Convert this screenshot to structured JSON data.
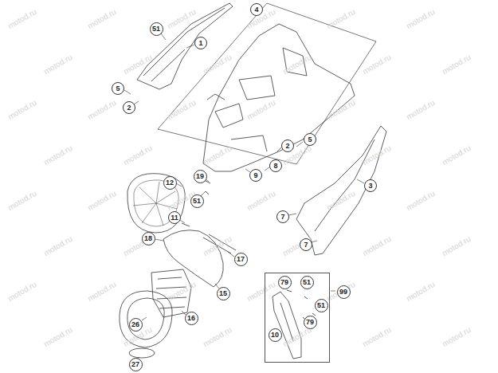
{
  "diagram": {
    "nodes": [
      {
        "text": [
          "51"
        ]
      },
      {
        "text": [
          "4"
        ]
      },
      {
        "text": [
          "1"
        ]
      },
      {
        "text": [
          "5"
        ]
      },
      {
        "text": [
          "2"
        ]
      },
      {
        "text": [
          "5"
        ]
      },
      {
        "text": [
          "2"
        ]
      },
      {
        "text": [
          "8"
        ]
      },
      {
        "text": [
          "9"
        ]
      },
      {
        "text": [
          "19"
        ]
      },
      {
        "text": [
          "12"
        ]
      },
      {
        "text": [
          "3"
        ]
      },
      {
        "text": [
          "51"
        ]
      },
      {
        "text": [
          "11"
        ]
      },
      {
        "text": [
          "7"
        ]
      },
      {
        "text": [
          "18"
        ]
      },
      {
        "text": [
          "7"
        ]
      },
      {
        "text": [
          "17"
        ]
      },
      {
        "text": [
          "99"
        ]
      },
      {
        "text": [
          "79"
        ],
        "in": 18
      },
      {
        "text": [
          "51"
        ],
        "in": 18
      },
      {
        "text": [
          "15"
        ]
      },
      {
        "text": [
          "51"
        ],
        "in": 18
      },
      {
        "text": [
          "16"
        ]
      },
      {
        "text": [
          "79"
        ],
        "in": 18
      },
      {
        "text": [
          "26"
        ]
      },
      {
        "text": [
          "10"
        ],
        "in": 18
      },
      {
        "text": [
          "27"
        ]
      }
    ],
    "labels": [
      "motod.ru",
      "motod.ru",
      "motod.ru",
      "motod.ru",
      "motod.ru",
      "motod.ru",
      "motod.ru",
      "motod.ru",
      "motod.ru",
      "motod.ru",
      "motod.ru",
      "motod.ru",
      "motod.ru",
      "motod.ru",
      "motod.ru",
      "motod.ru",
      "motod.ru",
      "motod.ru",
      "motod.ru",
      "motod.ru",
      "motod.ru",
      "motod.ru",
      "motod.ru",
      "motod.ru",
      "motod.ru",
      "motod.ru",
      "motod.ru",
      "motod.ru",
      "motod.ru",
      "motod.ru",
      "motod.ru",
      "motod.ru",
      "motod.ru",
      "motod.ru",
      "motod.ru",
      "motod.ru",
      "motod.ru",
      "motod.ru",
      "motod.ru",
      "motod.ru",
      "motod.ru",
      "motod.ru",
      "motod.ru",
      "motod.ru",
      "motod.ru",
      "motod.ru",
      "motod.ru",
      "motod.ru"
    ]
  }
}
